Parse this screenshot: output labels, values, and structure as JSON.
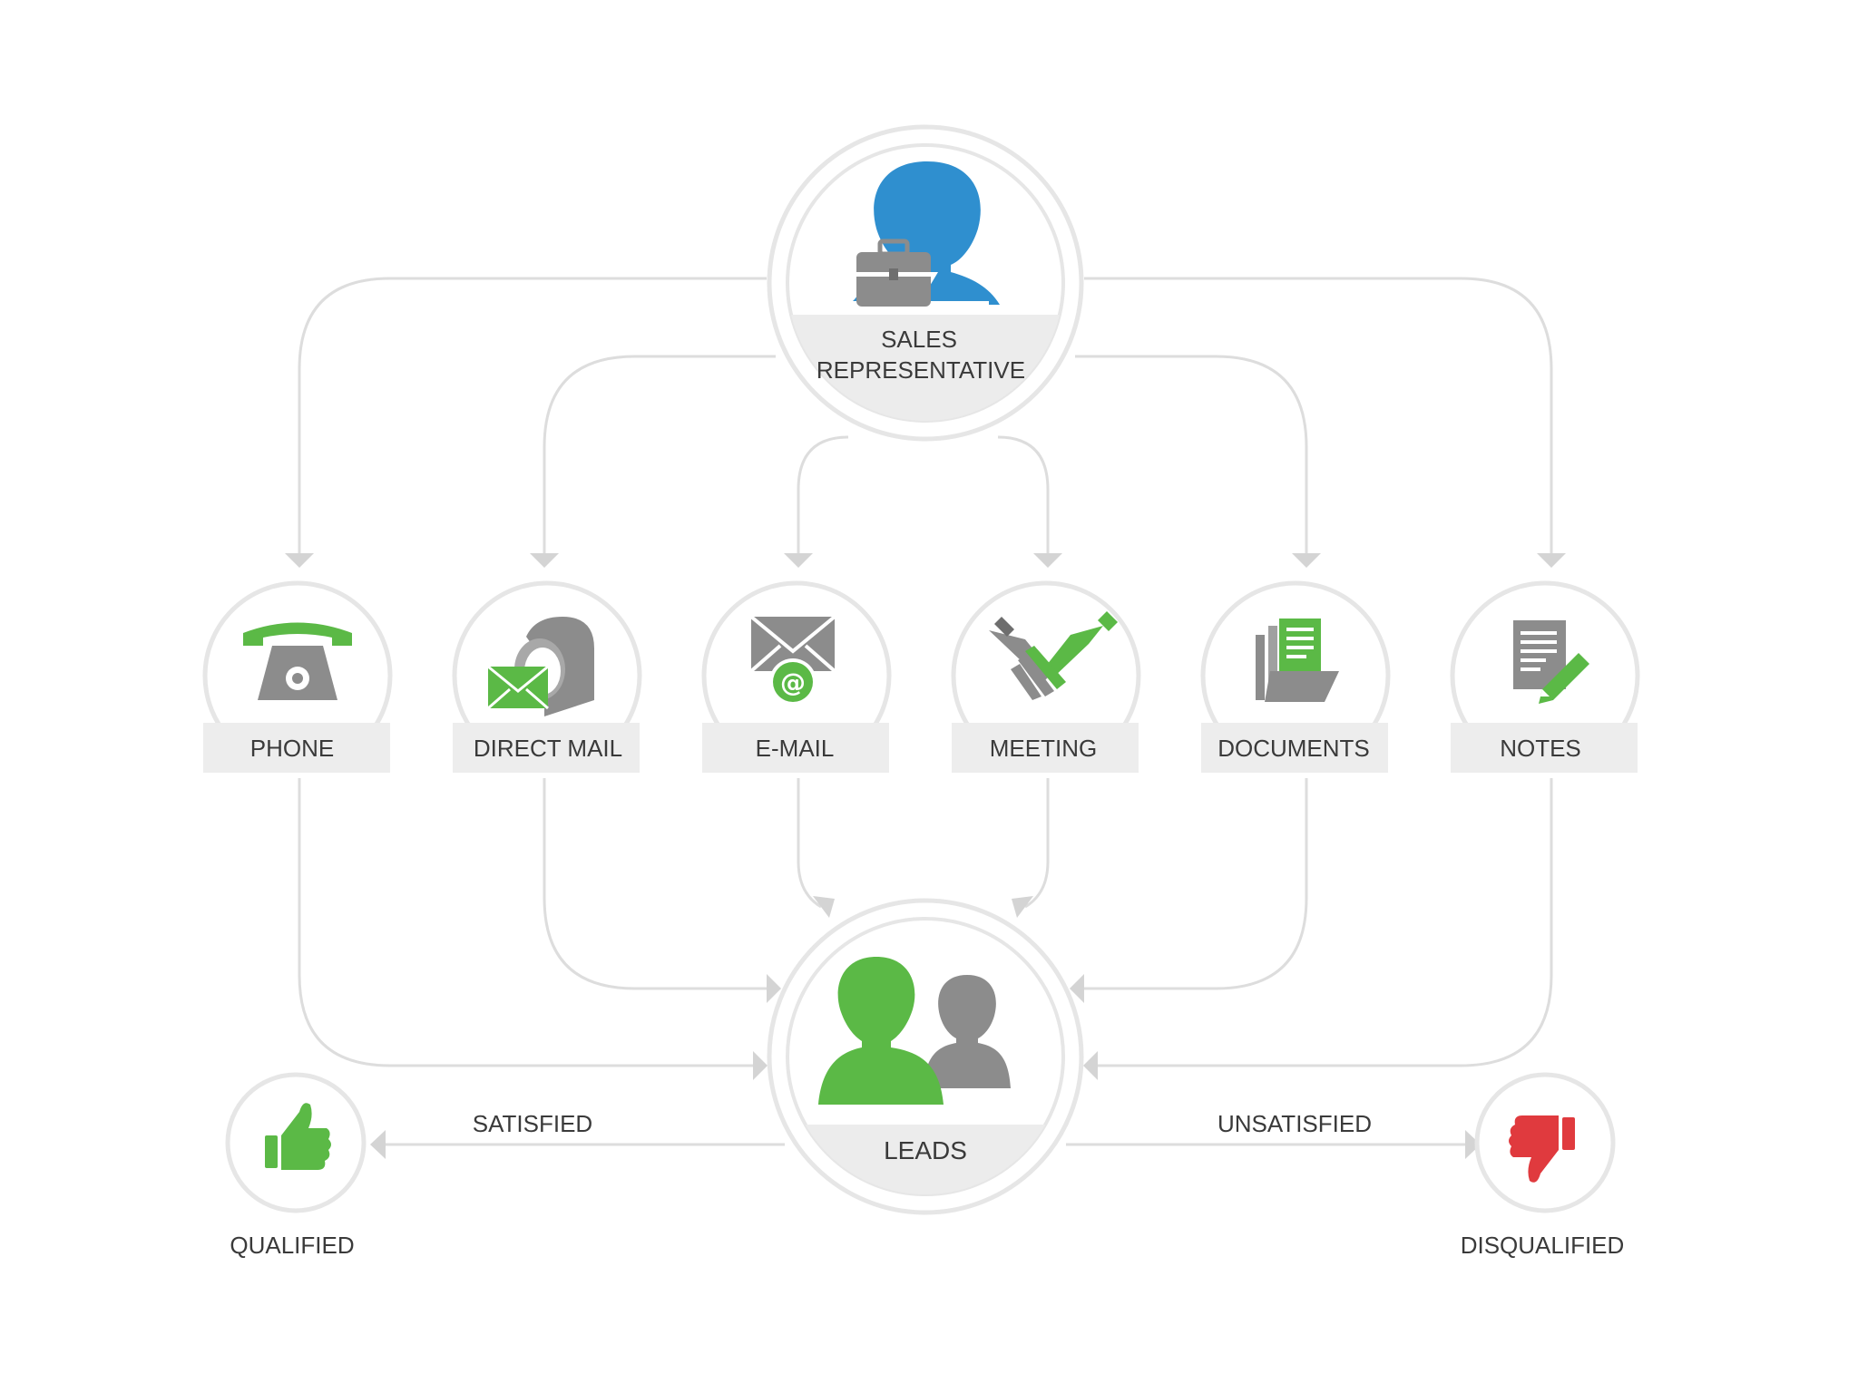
{
  "center_top": {
    "line1": "SALES",
    "line2": "REPRESENTATIVE",
    "icon": "salesperson-briefcase-icon"
  },
  "center_bottom": {
    "label": "LEADS",
    "icon": "leads-group-icon"
  },
  "channels": [
    {
      "label": "PHONE",
      "icon": "phone-icon"
    },
    {
      "label": "DIRECT MAIL",
      "icon": "mailbox-icon"
    },
    {
      "label": "E-MAIL",
      "icon": "email-icon"
    },
    {
      "label": "MEETING",
      "icon": "handshake-icon"
    },
    {
      "label": "DOCUMENTS",
      "icon": "documents-folder-icon"
    },
    {
      "label": "NOTES",
      "icon": "notes-pencil-icon"
    }
  ],
  "outcomes": {
    "satisfied": "SATISFIED",
    "unsatisfied": "UNSATISFIED",
    "qualified": "QUALIFIED",
    "disqualified": "DISQUALIFIED"
  },
  "colors": {
    "green": "#5bb946",
    "blue": "#2f8fcf",
    "gray": "#8c8c8c",
    "red": "#e03a3e",
    "line": "#dddddd"
  }
}
